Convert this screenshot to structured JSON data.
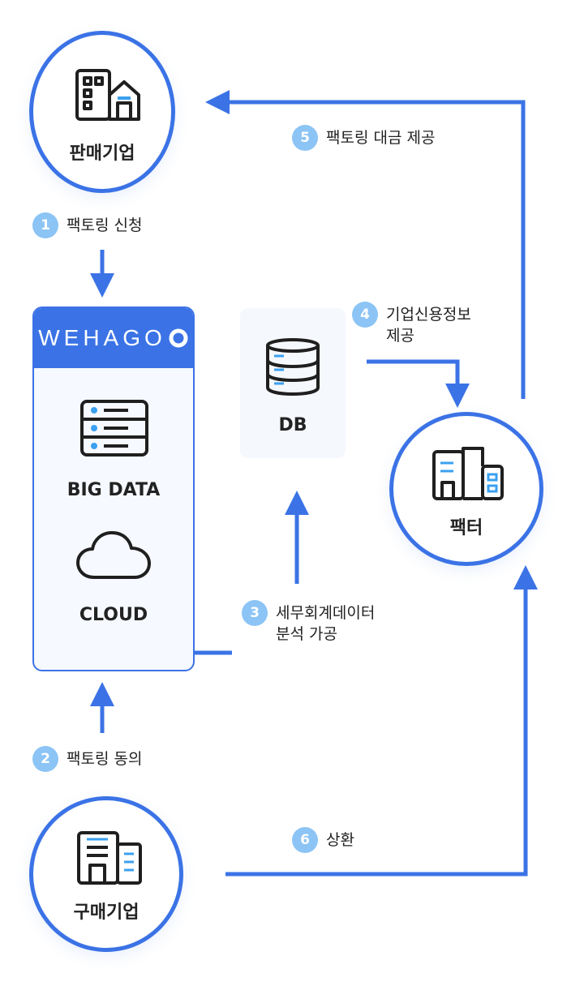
{
  "nodes": {
    "seller": "판매기업",
    "buyer": "구매기업",
    "factor": "팩터",
    "db": "DB"
  },
  "wehago": {
    "logo": "WEHAGO",
    "big_data": "BIG DATA",
    "cloud": "CLOUD"
  },
  "steps": [
    {
      "num": "1",
      "lines": [
        "팩토링 신청"
      ]
    },
    {
      "num": "2",
      "lines": [
        "팩토링 동의"
      ]
    },
    {
      "num": "3",
      "lines": [
        "세무회계데이터",
        "분석 가공"
      ]
    },
    {
      "num": "4",
      "lines": [
        "기업신용정보",
        "제공"
      ]
    },
    {
      "num": "5",
      "lines": [
        "팩토링 대금 제공"
      ]
    },
    {
      "num": "6",
      "lines": [
        "상환"
      ]
    }
  ],
  "colors": {
    "accent": "#3b73e6",
    "badge": "#8cc4f5",
    "icon_blue": "#3aa0f0"
  }
}
